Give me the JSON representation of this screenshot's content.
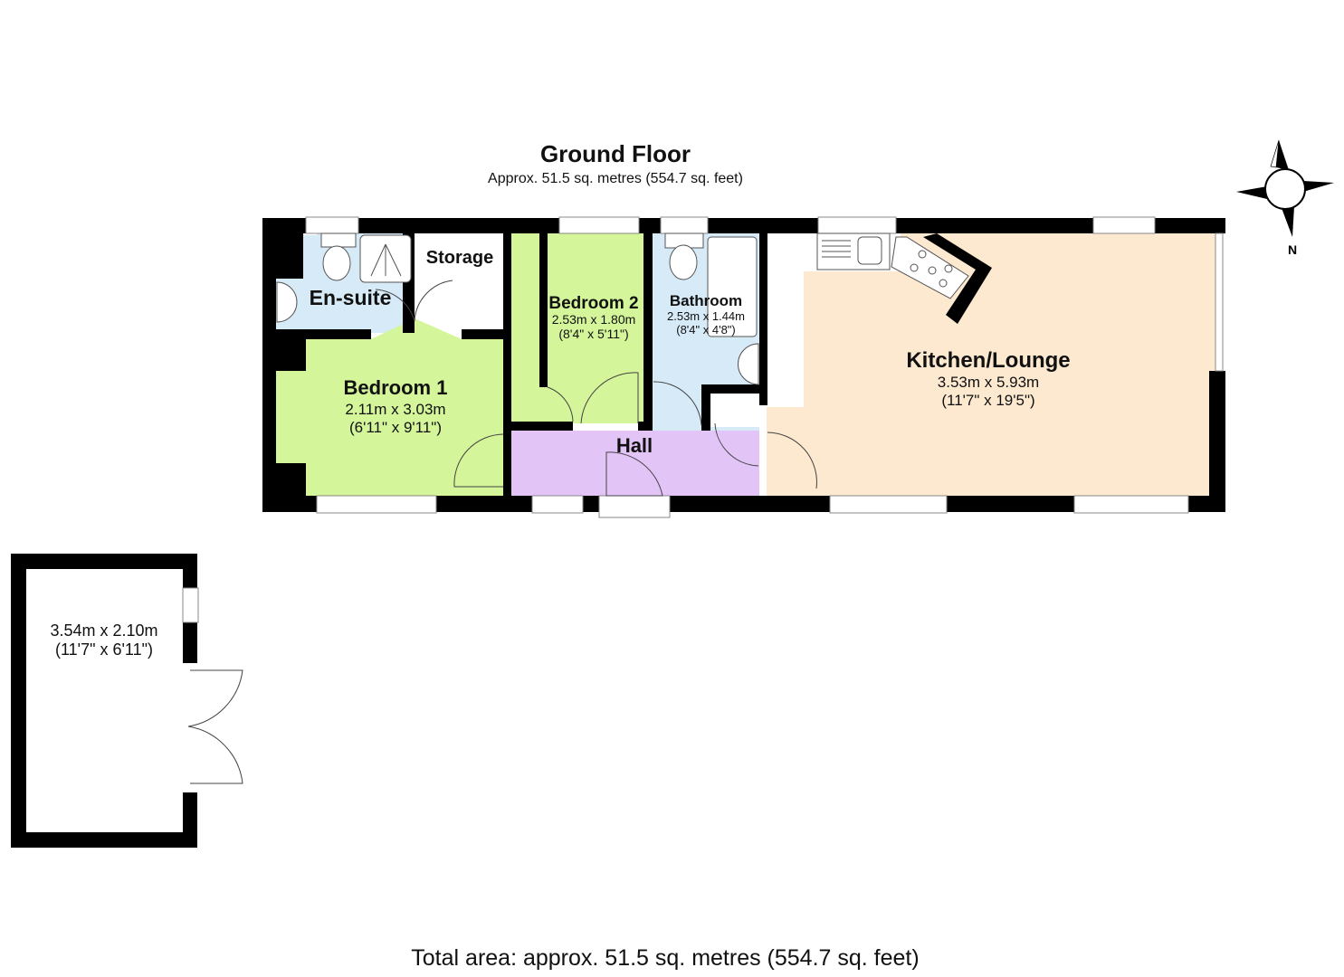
{
  "floor": {
    "title": "Ground Floor",
    "subtitle": "Approx. 51.5 sq. metres (554.7 sq. feet)"
  },
  "rooms": [
    {
      "name": "En-suite",
      "dim_m": "",
      "dim_ft": "",
      "color": "#d6eaf8"
    },
    {
      "name": "Storage",
      "dim_m": "",
      "dim_ft": "",
      "color": "#ffffff"
    },
    {
      "name": "Bedroom 1",
      "dim_m": "2.11m x 3.03m",
      "dim_ft": "(6'11\" x 9'11\")",
      "color": "#d4f59a"
    },
    {
      "name": "Bedroom 2",
      "dim_m": "2.53m x 1.80m",
      "dim_ft": "(8'4\" x 5'11\")",
      "color": "#d4f59a"
    },
    {
      "name": "Bathroom",
      "dim_m": "2.53m x 1.44m",
      "dim_ft": "(8'4\" x 4'8\")",
      "color": "#d6eaf8"
    },
    {
      "name": "Hall",
      "dim_m": "",
      "dim_ft": "",
      "color": "#e3c4f7"
    },
    {
      "name": "Kitchen/Lounge",
      "dim_m": "3.53m x 5.93m",
      "dim_ft": "(11'7\" x 19'5\")",
      "color": "#fde9d0"
    }
  ],
  "outbuilding": {
    "dim_m": "3.54m x 2.10m",
    "dim_ft": "(11'7\" x 6'11\")"
  },
  "compass": {
    "label": "N",
    "icon": "compass-rose-icon"
  },
  "footer": {
    "total": "Total area: approx. 51.5 sq. metres (554.7 sq. feet)"
  },
  "colors": {
    "wall": "#000000",
    "bedroom": "#d4f59a",
    "wet_room": "#d6eaf8",
    "hall": "#e3c4f7",
    "kitchen": "#fde9d0"
  }
}
